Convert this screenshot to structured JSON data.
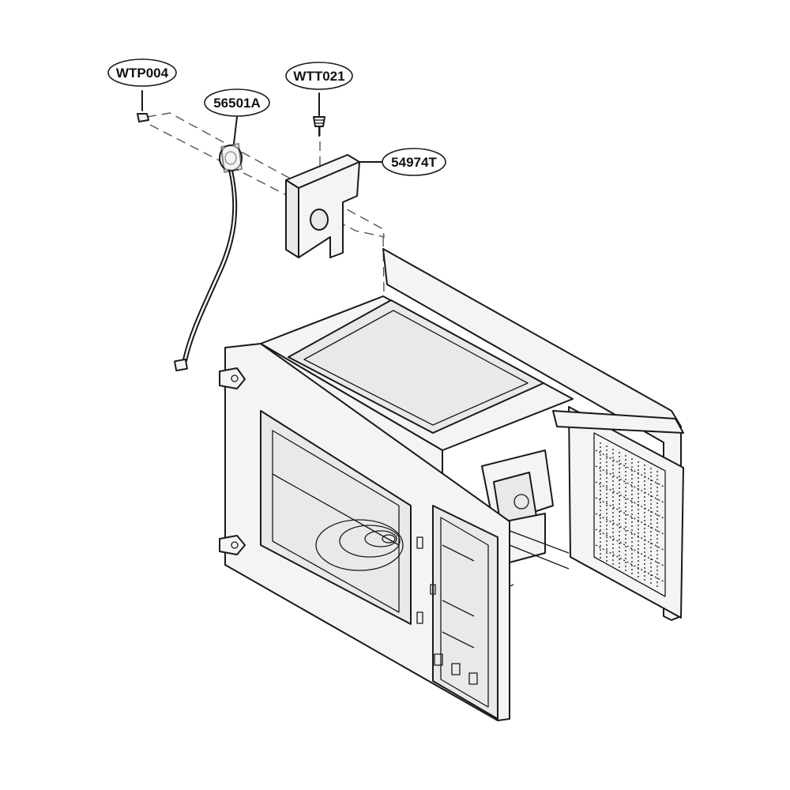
{
  "callouts": [
    {
      "id": "wtp004",
      "label": "WTP004"
    },
    {
      "id": "56501a",
      "label": "56501A"
    },
    {
      "id": "wtt021",
      "label": "WTT021"
    },
    {
      "id": "54974t",
      "label": "54974T"
    }
  ],
  "colors": {
    "line": "#1a1a1a",
    "panel": "#f4f4f4",
    "background": "#ffffff"
  }
}
